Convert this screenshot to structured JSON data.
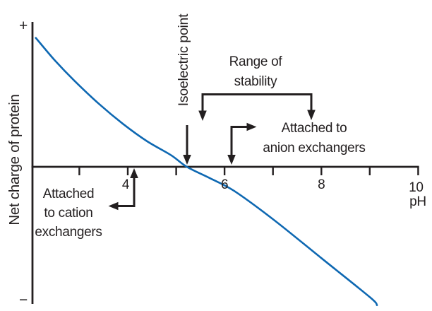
{
  "figure": {
    "background": "#ffffff",
    "ink_color": "#231f20",
    "curve_color": "#0e68b2"
  },
  "chart_data": {
    "type": "line",
    "title": "",
    "xlabel": "pH",
    "ylabel": "Net charge of protein",
    "y_axis_end_labels": {
      "top": "+",
      "bottom": "−"
    },
    "x_range": [
      2,
      10
    ],
    "x_ticks": [
      3,
      4,
      5,
      6,
      7,
      8,
      9,
      10
    ],
    "x_tick_labels": [
      "4",
      "6",
      "8",
      "10"
    ],
    "x_tick_label_values": [
      4,
      6,
      8,
      10
    ],
    "grid": false,
    "legend": "none",
    "series": [
      {
        "name": "Net charge of protein vs pH",
        "color": "#0e68b2",
        "points_ph_charge": [
          [
            2.1,
            0.96
          ],
          [
            2.5,
            0.79
          ],
          [
            2.9,
            0.64
          ],
          [
            3.4,
            0.47
          ],
          [
            3.9,
            0.32
          ],
          [
            4.4,
            0.19
          ],
          [
            4.9,
            0.085
          ],
          [
            5.22,
            0.0
          ],
          [
            5.7,
            -0.085
          ],
          [
            6.2,
            -0.18
          ],
          [
            7.0,
            -0.39
          ],
          [
            8.0,
            -0.68
          ],
          [
            9.0,
            -0.97
          ],
          [
            9.15,
            -1.03
          ]
        ]
      }
    ],
    "annotations": {
      "isoelectric": {
        "label": "Isoelectric point",
        "ph": 5.2
      },
      "stability": {
        "lines": [
          "Range of",
          "stability"
        ],
        "ph_from": 5.5,
        "ph_to": 7.8
      },
      "anion": {
        "lines": [
          "Attached to",
          "anion exchangers"
        ],
        "ph": 6.1
      },
      "cation": {
        "lines": [
          "Attached",
          "to cation",
          "exchangers"
        ],
        "ph": 4.1
      }
    }
  }
}
